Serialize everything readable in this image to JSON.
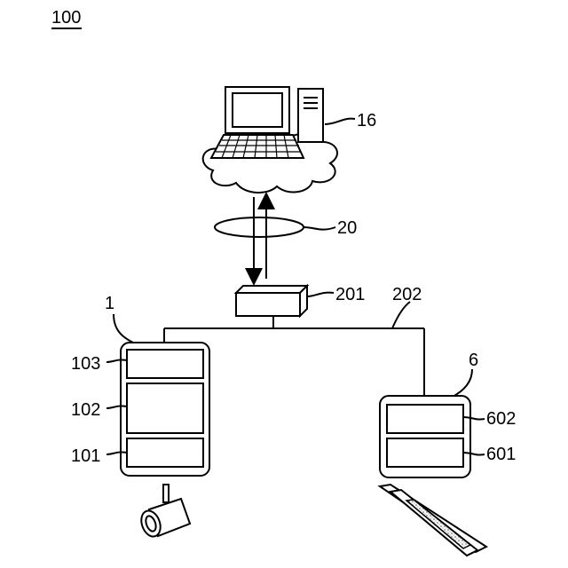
{
  "figure_number": "100",
  "labels": {
    "computer": "16",
    "network": "20",
    "gateway": "201",
    "bus": "202",
    "device_a": "1",
    "device_a_top": "103",
    "device_a_mid": "102",
    "device_a_bottom": "101",
    "device_b": "6",
    "device_b_top": "602",
    "device_b_bottom": "601"
  },
  "icons": [
    "desktop-computer-icon",
    "cloud-icon",
    "camera-icon",
    "ceiling-light-icon"
  ]
}
